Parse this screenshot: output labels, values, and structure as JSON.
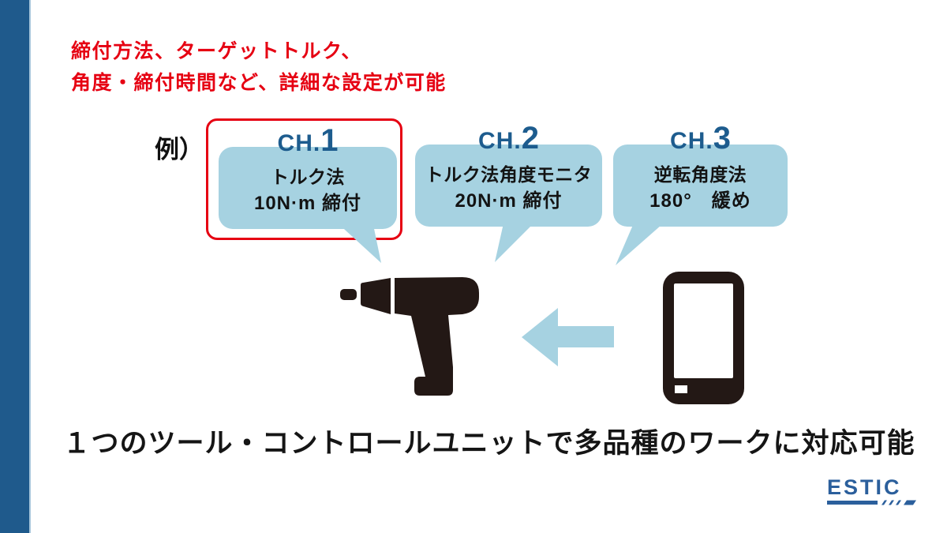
{
  "slide": {
    "colors": {
      "accent_blue": "#1f5a8c",
      "heading_blue": "#1d5c8e",
      "light_blue": "#a6d2e1",
      "red": "#e60012",
      "ink_black": "#231815",
      "logo_blue": "#2b5f9c"
    },
    "top_note": {
      "line1": "締付方法、ターゲットトルク、",
      "line2": "角度・締付時間など、詳細な設定が可能"
    },
    "example_label": "例）",
    "channels": [
      {
        "prefix": "CH.",
        "number": "1",
        "method": "トルク法",
        "setting": "10N·m 締付"
      },
      {
        "prefix": "CH.",
        "number": "2",
        "method": "トルク法角度モニタ",
        "setting": "20N·m 締付"
      },
      {
        "prefix": "CH.",
        "number": "3",
        "method": "逆転角度法",
        "setting": "180°　緩め"
      }
    ],
    "footer_text": "１つのツール・コントロールユニットで多品種のワークに対応可能",
    "logo_text": "ESTIC",
    "icons": {
      "tool": "impact-driver-icon",
      "arrow": "arrow-left-icon",
      "device": "smartphone-icon"
    }
  }
}
